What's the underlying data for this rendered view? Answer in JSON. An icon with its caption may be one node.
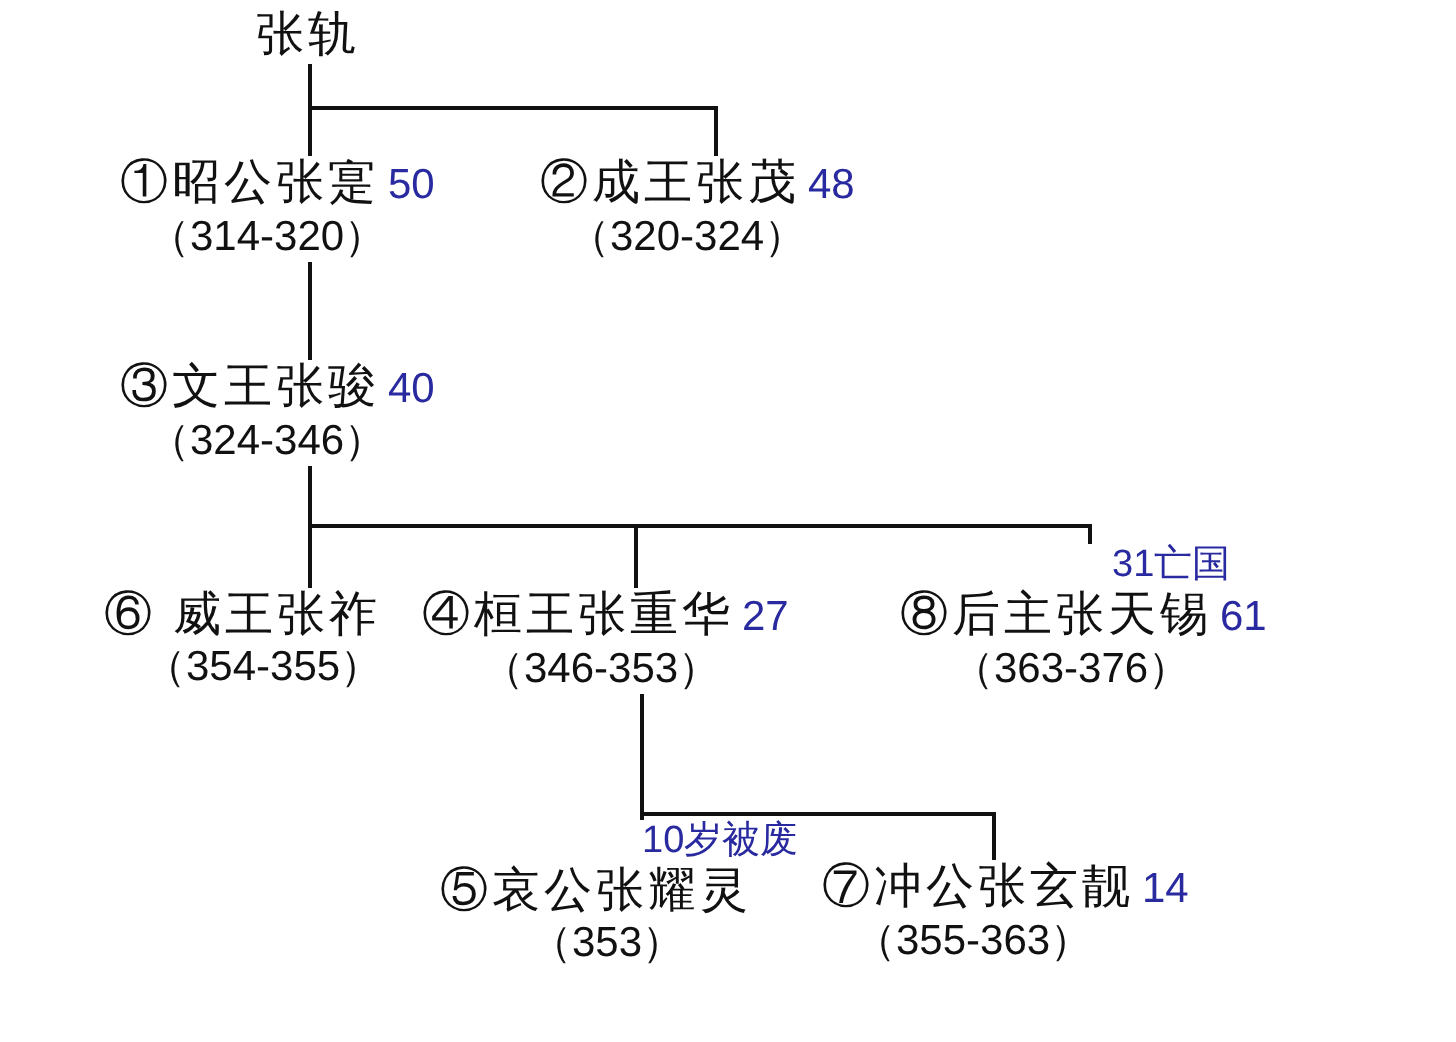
{
  "diagram": {
    "nodes": [
      {
        "text": [
          "张轨"
        ]
      },
      {
        "text": [
          "①昭公张寔",
          "（314-320）"
        ],
        "beside": [
          "50"
        ]
      },
      {
        "text": [
          "②成王张茂",
          "（320-324）"
        ],
        "beside": [
          "48"
        ]
      },
      {
        "text": [
          "③文王张骏",
          "（324-346）"
        ],
        "beside": [
          "40"
        ]
      },
      {
        "text": [
          "⑥ 威王张祚",
          "（354-355）"
        ]
      },
      {
        "text": [
          "④桓王张重华",
          "（346-353）"
        ],
        "beside": [
          "27"
        ]
      },
      {
        "text": [
          "⑧后主张天锡",
          "（363-376）"
        ],
        "beside": [
          "31亡国",
          "61"
        ]
      },
      {
        "text": [
          "⑤哀公张耀灵",
          "（353）"
        ],
        "beside": [
          "10岁被废"
        ]
      },
      {
        "text": [
          "⑦冲公张玄靓",
          "（355-363）"
        ],
        "beside": [
          "14"
        ]
      }
    ],
    "edges": [
      {
        "from": 0,
        "to": 1,
        "arrow": "none"
      },
      {
        "from": 0,
        "to": 2,
        "arrow": "none"
      },
      {
        "from": 1,
        "to": 3,
        "arrow": "none"
      },
      {
        "from": 3,
        "to": 4,
        "arrow": "none"
      },
      {
        "from": 3,
        "to": 5,
        "arrow": "none"
      },
      {
        "from": 3,
        "to": 6,
        "arrow": "none"
      },
      {
        "from": 5,
        "to": 7,
        "arrow": "none"
      },
      {
        "from": 5,
        "to": 8,
        "arrow": "none"
      }
    ]
  }
}
